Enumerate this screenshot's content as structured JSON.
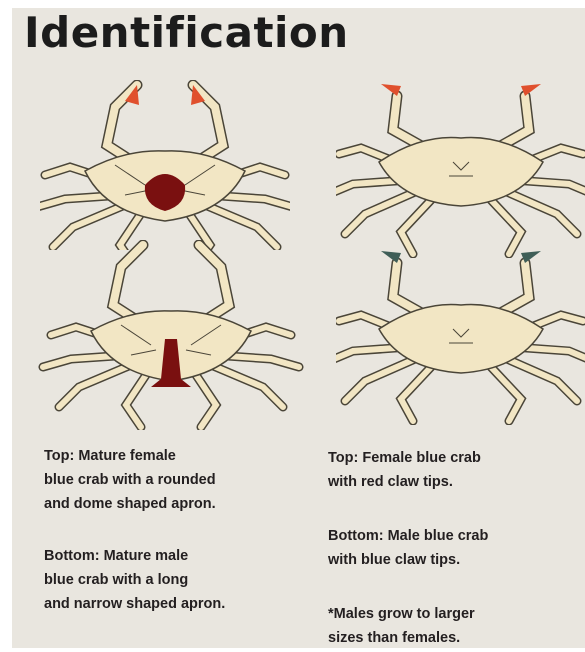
{
  "title": "Identification",
  "captions": {
    "apron_female": "Top:  Mature female\nblue crab with a rounded\nand dome shaped apron.",
    "apron_male": "Bottom:  Mature male\nblue crab with a long\nand narrow shaped apron.",
    "claw_female": "Top:  Female blue crab\nwith red  claw tips.",
    "claw_male": "Bottom:  Male blue crab\nwith blue claw tips.",
    "note": "*Males grow to larger\nsizes than females."
  },
  "colors": {
    "background": "#e9e6df",
    "crab_body": "#f2e6c4",
    "crab_outline": "#4a4538",
    "apron": "#7a1010",
    "female_claw_tip": "#e0502d",
    "male_claw_tip": "#3f5e57"
  },
  "illustrations": [
    {
      "view": "underside",
      "sex": "female",
      "apron": "rounded-dome"
    },
    {
      "view": "underside",
      "sex": "male",
      "apron": "long-narrow"
    },
    {
      "view": "top",
      "sex": "female",
      "claw_tips": "red"
    },
    {
      "view": "top",
      "sex": "male",
      "claw_tips": "blue"
    }
  ]
}
